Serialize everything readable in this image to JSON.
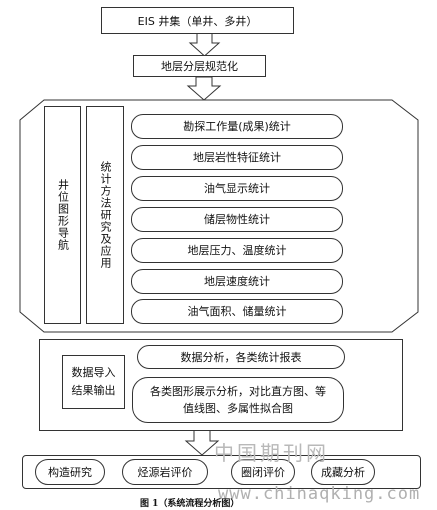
{
  "top_box": "EIS 井集（单井、多井）",
  "normalize_box": "地层分层规范化",
  "left_nav": "井位图形导航",
  "method_column": "统计方法研究及应用",
  "stats_items": [
    "勘探工作量(成果)统计",
    "地层岩性特征统计",
    "油气显示统计",
    "储层物性统计",
    "地层压力、温度统计",
    "地层速度统计",
    "油气面积、储量统计"
  ],
  "io_box": "数据导入\n结果输出",
  "analysis_pill": "数据分析，各类统计报表",
  "graphics_pill": "各类图形展示分析，对比直方图、等值线图、多属性拟合图",
  "bottom_items": [
    "构造研究",
    "烃源岩评价",
    "圈闭评价",
    "成藏分析"
  ],
  "caption": "图 1（系统流程分析图）",
  "watermark_cn": "中国期刊网",
  "watermark_url": "www.chinaqking.com"
}
